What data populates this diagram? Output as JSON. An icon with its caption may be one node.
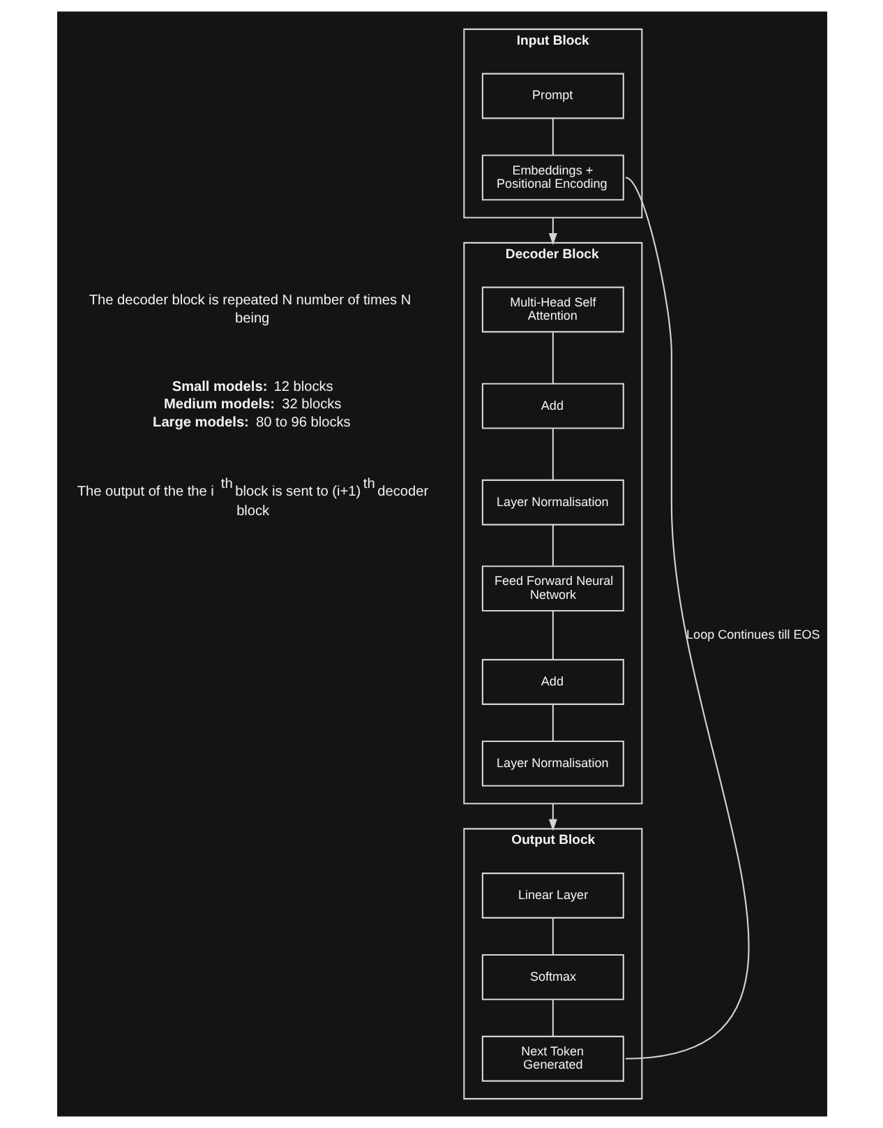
{
  "diagram": {
    "nodes": [
      {
        "text": [
          "Input Block"
        ]
      },
      {
        "text": [
          "Prompt"
        ],
        "in": 0
      },
      {
        "text": [
          "Embeddings + Positional Encoding"
        ],
        "in": 0
      },
      {
        "text": [
          "Decoder Block"
        ]
      },
      {
        "text": [
          "Multi-Head Self Attention"
        ],
        "in": 3
      },
      {
        "text": [
          "Add"
        ],
        "in": 3
      },
      {
        "text": [
          "Layer Normalisation"
        ],
        "in": 3
      },
      {
        "text": [
          "Feed Forward Neural Network"
        ],
        "in": 3
      },
      {
        "text": [
          "Add"
        ],
        "in": 3
      },
      {
        "text": [
          "Layer Normalisation"
        ],
        "in": 3
      },
      {
        "text": [
          "Output Block"
        ]
      },
      {
        "text": [
          "Linear Layer"
        ],
        "in": 10
      },
      {
        "text": [
          "Softmax"
        ],
        "in": 10
      },
      {
        "text": [
          "Next Token Generated"
        ],
        "in": 10
      }
    ],
    "edges": [
      {
        "from": 1,
        "to": 2,
        "arrow": "none"
      },
      {
        "from": 0,
        "to": 3,
        "arrow": "to"
      },
      {
        "from": 4,
        "to": 5,
        "arrow": "none"
      },
      {
        "from": 5,
        "to": 6,
        "arrow": "none"
      },
      {
        "from": 6,
        "to": 7,
        "arrow": "none"
      },
      {
        "from": 7,
        "to": 8,
        "arrow": "none"
      },
      {
        "from": 8,
        "to": 9,
        "arrow": "none"
      },
      {
        "from": 3,
        "to": 10,
        "arrow": "to"
      },
      {
        "from": 11,
        "to": 12,
        "arrow": "none"
      },
      {
        "from": 12,
        "to": 13,
        "arrow": "none"
      },
      {
        "from": 13,
        "to": 2,
        "arrow": "none",
        "label": "Loop Continues till EOS"
      }
    ],
    "labels": [
      "The decoder block is repeated N number of times N being",
      "**Small models:** 12 blocks",
      "**Medium models:** 32 blocks",
      "**Large models:** 80 to 96 blocks",
      "The output of the the i$^{th}$ block is sent to (i+1)$^{th}$ decoder block"
    ]
  }
}
